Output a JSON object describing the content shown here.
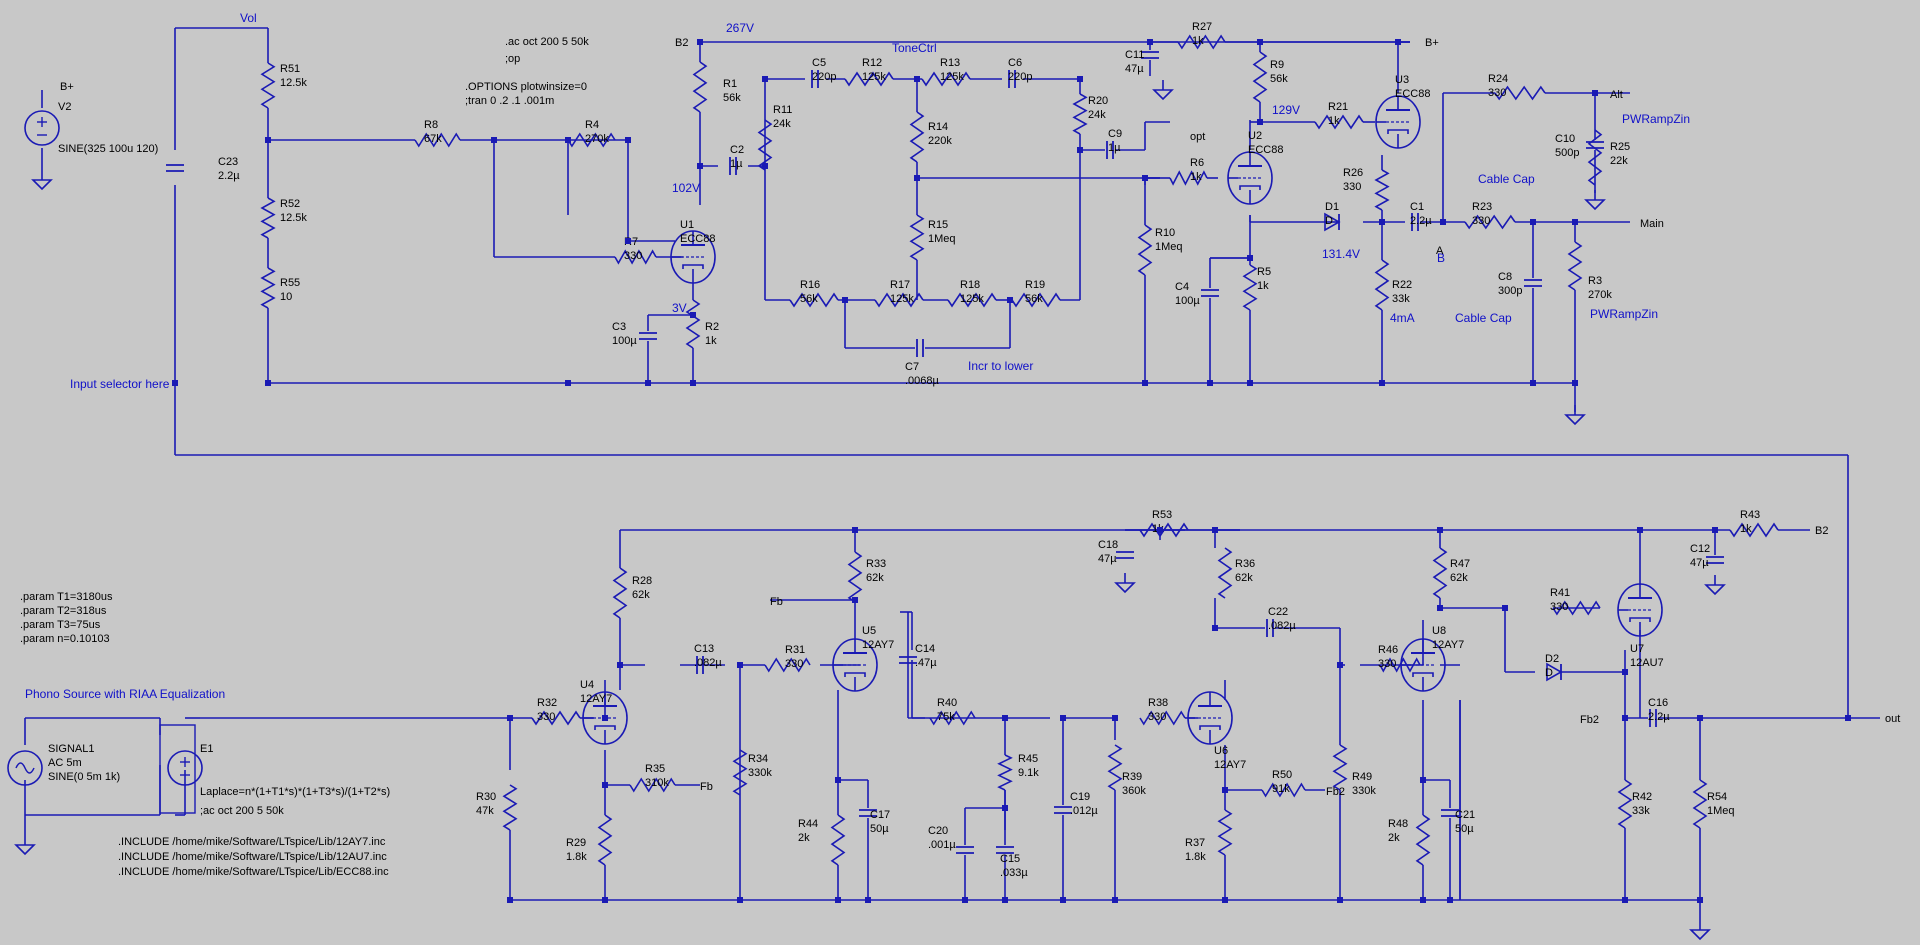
{
  "colors": {
    "background": "#c8c8c8",
    "wire": "#1a1ab4",
    "text": "#000000",
    "netlabel": "#1010c8"
  },
  "directives": {
    "ac_top": ".ac oct 200 5 50k",
    "op": ";op",
    "options": ".OPTIONS plotwinsize=0",
    "tran": ";tran 0 .2 .1 .001m",
    "param_t1": ".param T1=3180us",
    "param_t2": ".param T2=318us",
    "param_t3": ".param T3=75us",
    "param_n": ".param n=0.10103",
    "laplace": "Laplace=n*(1+T1*s)*(1+T3*s)/(1+T2*s)",
    "ac_bottom": ";ac oct 200 5 50k",
    "include_12ay7": ".INCLUDE /home/mike/Software/LTspice/Lib/12AY7.inc",
    "include_12au7": ".INCLUDE /home/mike/Software/LTspice/Lib/12AU7.inc",
    "include_ecc88": ".INCLUDE /home/mike/Software/LTspice/Lib/ECC88.inc"
  },
  "sources": {
    "v2_bplus": "B+",
    "v2_name": "V2",
    "v2_value": "SINE(325 100u 120)",
    "signal1_name": "SIGNAL1",
    "signal1_ac": "AC 5m",
    "signal1_sine": "SINE(0 5m 1k)",
    "e1_name": "E1"
  },
  "net_labels": {
    "vol": "Vol",
    "b2": "B2",
    "v267": "267V",
    "tonectrl": "ToneCtrl",
    "bplus": "B+",
    "v129": "129V",
    "v102": "102V",
    "v3": "3V",
    "opt": "opt",
    "alt": "Alt",
    "pwrampzin_top": "PWRampZin",
    "cable_cap_top": "Cable Cap",
    "main": "Main",
    "b": "B",
    "a": "A",
    "v131": "131.4V",
    "ma4": "4mA",
    "cable_cap_bottom": "Cable Cap",
    "pwrampzin_bottom": "PWRampZin",
    "incr_to_lower": "Incr to lower",
    "input_selector": "Input selector here",
    "phono_source": "Phono Source with RIAA Equalization",
    "fb": "Fb",
    "fb_r35": "Fb",
    "fb2_r50": "Fb2",
    "fb2": "Fb2",
    "b2_bottom": "B2",
    "out": "out"
  },
  "components": {
    "r51": [
      "R51",
      "12.5k"
    ],
    "r52": [
      "R52",
      "12.5k"
    ],
    "r55": [
      "R55",
      "10"
    ],
    "c23": [
      "C23",
      "2.2µ"
    ],
    "r8": [
      "R8",
      "67k"
    ],
    "r4": [
      "R4",
      "270k"
    ],
    "r7": [
      "R7",
      "330"
    ],
    "r1": [
      "R1",
      "56k"
    ],
    "c2": [
      "C2",
      "1µ"
    ],
    "u1": [
      "U1",
      "ECC88"
    ],
    "r2": [
      "R2",
      "1k"
    ],
    "c3": [
      "C3",
      "100µ"
    ],
    "c5": [
      "C5",
      "220p"
    ],
    "r12": [
      "R12",
      "125k"
    ],
    "r13": [
      "R13",
      "125k"
    ],
    "c6": [
      "C6",
      "220p"
    ],
    "r11": [
      "R11",
      "24k"
    ],
    "r14": [
      "R14",
      "220k"
    ],
    "r15": [
      "R15",
      "1Meq"
    ],
    "r20": [
      "R20",
      "24k"
    ],
    "r16": [
      "R16",
      "56k"
    ],
    "r17": [
      "R17",
      "125k"
    ],
    "r18": [
      "R18",
      "125k"
    ],
    "r19": [
      "R19",
      "56k"
    ],
    "c7": [
      "C7",
      ".0068µ"
    ],
    "c11": [
      "C11",
      "47µ"
    ],
    "r27": [
      "R27",
      "1k"
    ],
    "r9": [
      "R9",
      "56k"
    ],
    "c9": [
      "C9",
      "1µ"
    ],
    "r6": [
      "R6",
      "1k"
    ],
    "u2": [
      "U2",
      "ECC88"
    ],
    "r10": [
      "R10",
      "1Meq"
    ],
    "c4": [
      "C4",
      "100µ"
    ],
    "r5": [
      "R5",
      "1k"
    ],
    "r21": [
      "R21",
      "1k"
    ],
    "u3": [
      "U3",
      "ECC88"
    ],
    "r26": [
      "R26",
      "330"
    ],
    "d1": [
      "D1",
      "D"
    ],
    "c1": [
      "C1",
      "2.2µ"
    ],
    "r22": [
      "R22",
      "33k"
    ],
    "r24": [
      "R24",
      "330"
    ],
    "c10": [
      "C10",
      "500p"
    ],
    "r25": [
      "R25",
      "22k"
    ],
    "r23": [
      "R23",
      "330"
    ],
    "c8": [
      "C8",
      "300p"
    ],
    "r3": [
      "R3",
      "270k"
    ],
    "r53": [
      "R53",
      "1k"
    ],
    "c18": [
      "C18",
      "47µ"
    ],
    "r43": [
      "R43",
      "1k"
    ],
    "c12": [
      "C12",
      "47µ"
    ],
    "r28": [
      "R28",
      "62k"
    ],
    "r33": [
      "R33",
      "62k"
    ],
    "r36": [
      "R36",
      "62k"
    ],
    "r47": [
      "R47",
      "62k"
    ],
    "u7": [
      "U7",
      "12AU7"
    ],
    "r41": [
      "R41",
      "330"
    ],
    "d2": [
      "D2",
      "D"
    ],
    "c13": [
      "C13",
      ".082µ"
    ],
    "r31": [
      "R31",
      "330"
    ],
    "u5": [
      "U5",
      "12AY7"
    ],
    "c14": [
      "C14",
      ".47µ"
    ],
    "c22": [
      "C22",
      ".082µ"
    ],
    "r46": [
      "R46",
      "330"
    ],
    "u8": [
      "U8",
      "12AY7"
    ],
    "r32": [
      "R32",
      "330"
    ],
    "u4": [
      "U4",
      "12AY7"
    ],
    "r35": [
      "R35",
      "310k"
    ],
    "r34": [
      "R34",
      "330k"
    ],
    "r30": [
      "R30",
      "47k"
    ],
    "r29": [
      "R29",
      "1.8k"
    ],
    "r44": [
      "R44",
      "2k"
    ],
    "c17": [
      "C17",
      "50µ"
    ],
    "r40": [
      "R40",
      "75k"
    ],
    "r45": [
      "R45",
      "9.1k"
    ],
    "c19": [
      "C19",
      ".012µ"
    ],
    "r39": [
      "R39",
      "360k"
    ],
    "c20": [
      "C20",
      ".001µ"
    ],
    "c15": [
      "C15",
      ".033µ"
    ],
    "r38": [
      "R38",
      "330"
    ],
    "u6": [
      "U6",
      "12AY7"
    ],
    "r50": [
      "R50",
      "91k"
    ],
    "r37": [
      "R37",
      "1.8k"
    ],
    "r49": [
      "R49",
      "330k"
    ],
    "r48": [
      "R48",
      "2k"
    ],
    "c21": [
      "C21",
      "50µ"
    ],
    "c16": [
      "C16",
      "2.2µ"
    ],
    "r42": [
      "R42",
      "33k"
    ],
    "r54": [
      "R54",
      "1Meq"
    ]
  }
}
